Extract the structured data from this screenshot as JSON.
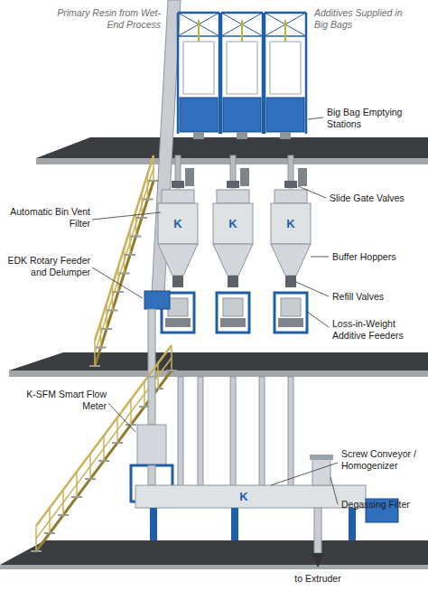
{
  "diagram": {
    "labels": [
      "Primary Resin from Wet-End Process",
      "Additives Supplied in Big Bags",
      "Big Bag Emptying Stations",
      "Automatic Bin Vent Filter",
      "Slide Gate Valves",
      "EDK Rotary Feeder and Delumper",
      "Buffer Hoppers",
      "Refill Valves",
      "Loss-in-Weight Additive Feeders",
      "K-SFM Smart Flow Meter",
      "Screw Conveyor / Homogenizer",
      "Degassing Filter",
      "to Extruder",
      "K",
      "K",
      "K",
      "K"
    ]
  }
}
